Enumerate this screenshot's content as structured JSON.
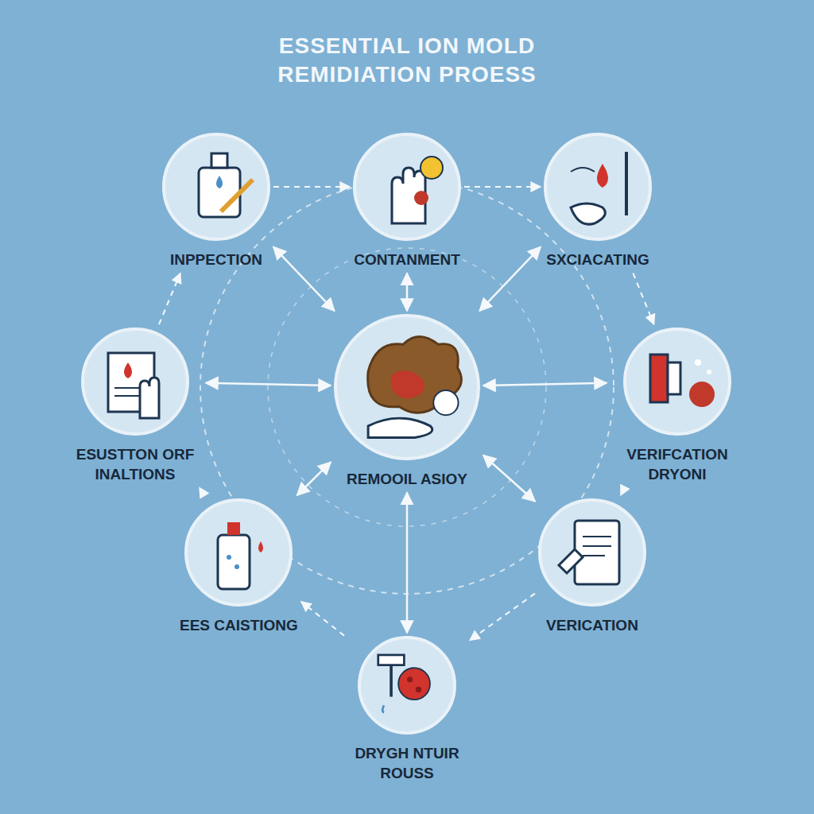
{
  "diagram": {
    "title": "ESSENTIAL ION MOLD REMIDIATION PROESS",
    "nodes": [
      {
        "text": [
          "INPPECTION"
        ]
      },
      {
        "text": [
          "CONTANMENT"
        ]
      },
      {
        "text": [
          "SXCIACATING"
        ]
      },
      {
        "text": [
          "ESUSTTON ORF INALTIONS"
        ]
      },
      {
        "text": [
          "REMOOIL ASIOY"
        ]
      },
      {
        "text": [
          "VERIFCATION DRYONI"
        ]
      },
      {
        "text": [
          "EES CAISTIONG"
        ]
      },
      {
        "text": [
          "VERICATION"
        ]
      },
      {
        "text": [
          "DRYGH NTUIR ROUSS"
        ]
      }
    ],
    "edges": [
      {
        "from": 0,
        "to": 4,
        "arrow": "both"
      },
      {
        "from": 1,
        "to": 4,
        "arrow": "both"
      },
      {
        "from": 2,
        "to": 4,
        "arrow": "both"
      },
      {
        "from": 3,
        "to": 4,
        "arrow": "both"
      },
      {
        "from": 4,
        "to": 5,
        "arrow": "both"
      },
      {
        "from": 4,
        "to": 6,
        "arrow": "both"
      },
      {
        "from": 4,
        "to": 7,
        "arrow": "both"
      },
      {
        "from": 4,
        "to": 8,
        "arrow": "both"
      },
      {
        "from": 0,
        "to": 1,
        "arrow": "to"
      },
      {
        "from": 1,
        "to": 2,
        "arrow": "to"
      },
      {
        "from": 2,
        "to": 5,
        "arrow": "to"
      },
      {
        "from": 5,
        "to": 7,
        "arrow": "to"
      },
      {
        "from": 7,
        "to": 8,
        "arrow": "to"
      },
      {
        "from": 8,
        "to": 6,
        "arrow": "to"
      },
      {
        "from": 6,
        "to": 3,
        "arrow": "to"
      },
      {
        "from": 3,
        "to": 0,
        "arrow": "to"
      }
    ]
  }
}
